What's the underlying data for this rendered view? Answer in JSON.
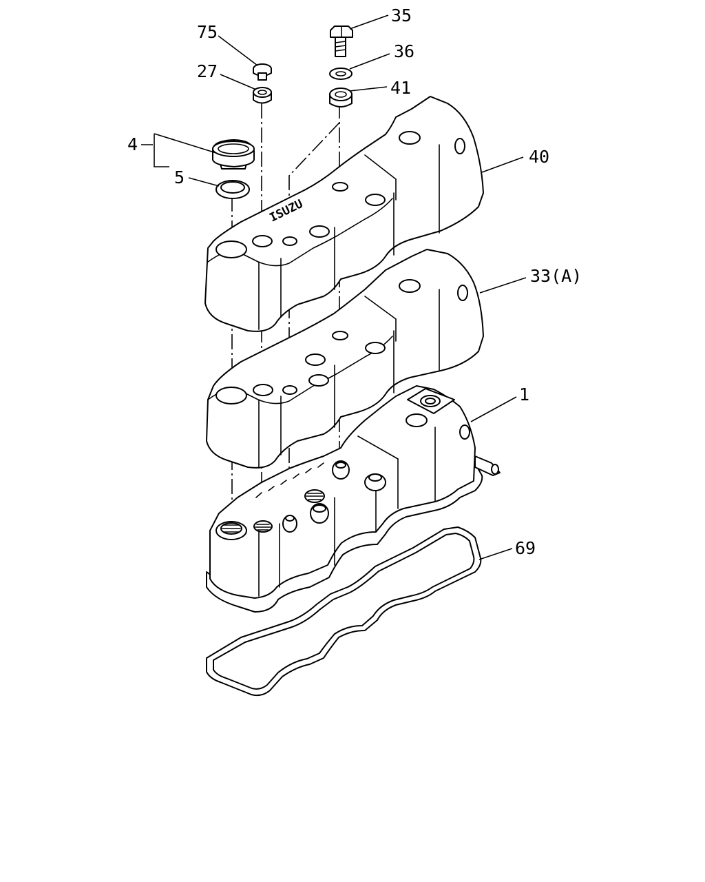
{
  "diagram": {
    "brand_text": "ISUZU",
    "labels": {
      "p35": "35",
      "p75": "75",
      "p36": "36",
      "p27": "27",
      "p41": "41",
      "p4": "4",
      "p40": "40",
      "p5": "5",
      "p33": "33(A)",
      "p1": "1",
      "p69": "69"
    }
  }
}
